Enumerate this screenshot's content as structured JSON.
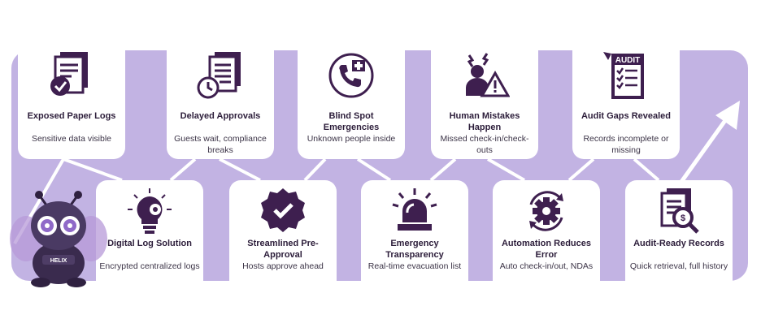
{
  "steps": [
    {
      "title": "Exposed Paper Logs",
      "desc": "Sensitive data visible",
      "icon": "paper-logs-icon"
    },
    {
      "title": "Digital Log Solution",
      "desc": "Encrypted centralized logs",
      "icon": "lightbulb-gear-icon"
    },
    {
      "title": "Delayed Approvals",
      "desc": "Guests wait, compliance breaks",
      "icon": "documents-clock-icon"
    },
    {
      "title": "Streamlined Pre-Approval",
      "desc": "Hosts approve ahead",
      "icon": "verified-badge-icon"
    },
    {
      "title": "Blind Spot Emergencies",
      "desc": "Unknown people inside",
      "icon": "emergency-call-icon"
    },
    {
      "title": "Emergency Transparency",
      "desc": "Real-time evacuation list",
      "icon": "siren-icon"
    },
    {
      "title": "Human Mistakes Happen",
      "desc": "Missed check-in/check-outs",
      "icon": "person-warning-icon"
    },
    {
      "title": "Automation Reduces Error",
      "desc": "Auto check-in/out, NDAs",
      "icon": "automation-gear-icon"
    },
    {
      "title": "Audit Gaps Revealed",
      "desc": "Records incomplete or missing",
      "icon": "audit-checklist-icon"
    },
    {
      "title": "Audit-Ready Records",
      "desc": "Quick retrieval, full history",
      "icon": "records-search-icon"
    }
  ],
  "mascot": {
    "badge_text": "HELIX"
  },
  "audit_icon_text": "AUDIT",
  "colors": {
    "band": "#c2b3e3",
    "icon": "#3e1f4f",
    "card": "#ffffff"
  }
}
